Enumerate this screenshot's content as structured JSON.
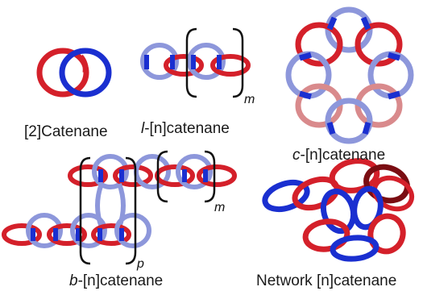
{
  "colors": {
    "red": "#d4202a",
    "red_light": "#d98a8c",
    "blue": "#1a2fd0",
    "blue_light": "#8d97db",
    "dark_red": "#7a0d12",
    "text": "#1a1a1a"
  },
  "labels": {
    "two_catenane": "[2]Catenane",
    "linear": {
      "prefix": "l",
      "suffix": "-[n]catenane"
    },
    "cyclic": {
      "prefix": "c",
      "suffix": "-[n]catenane"
    },
    "branched": {
      "prefix": "b",
      "suffix": "-[n]catenane"
    },
    "network": "Network [n]catenane"
  },
  "subscripts": {
    "linear_repeat": "m",
    "branched_repeat_m": "m",
    "branched_repeat_p": "p"
  }
}
